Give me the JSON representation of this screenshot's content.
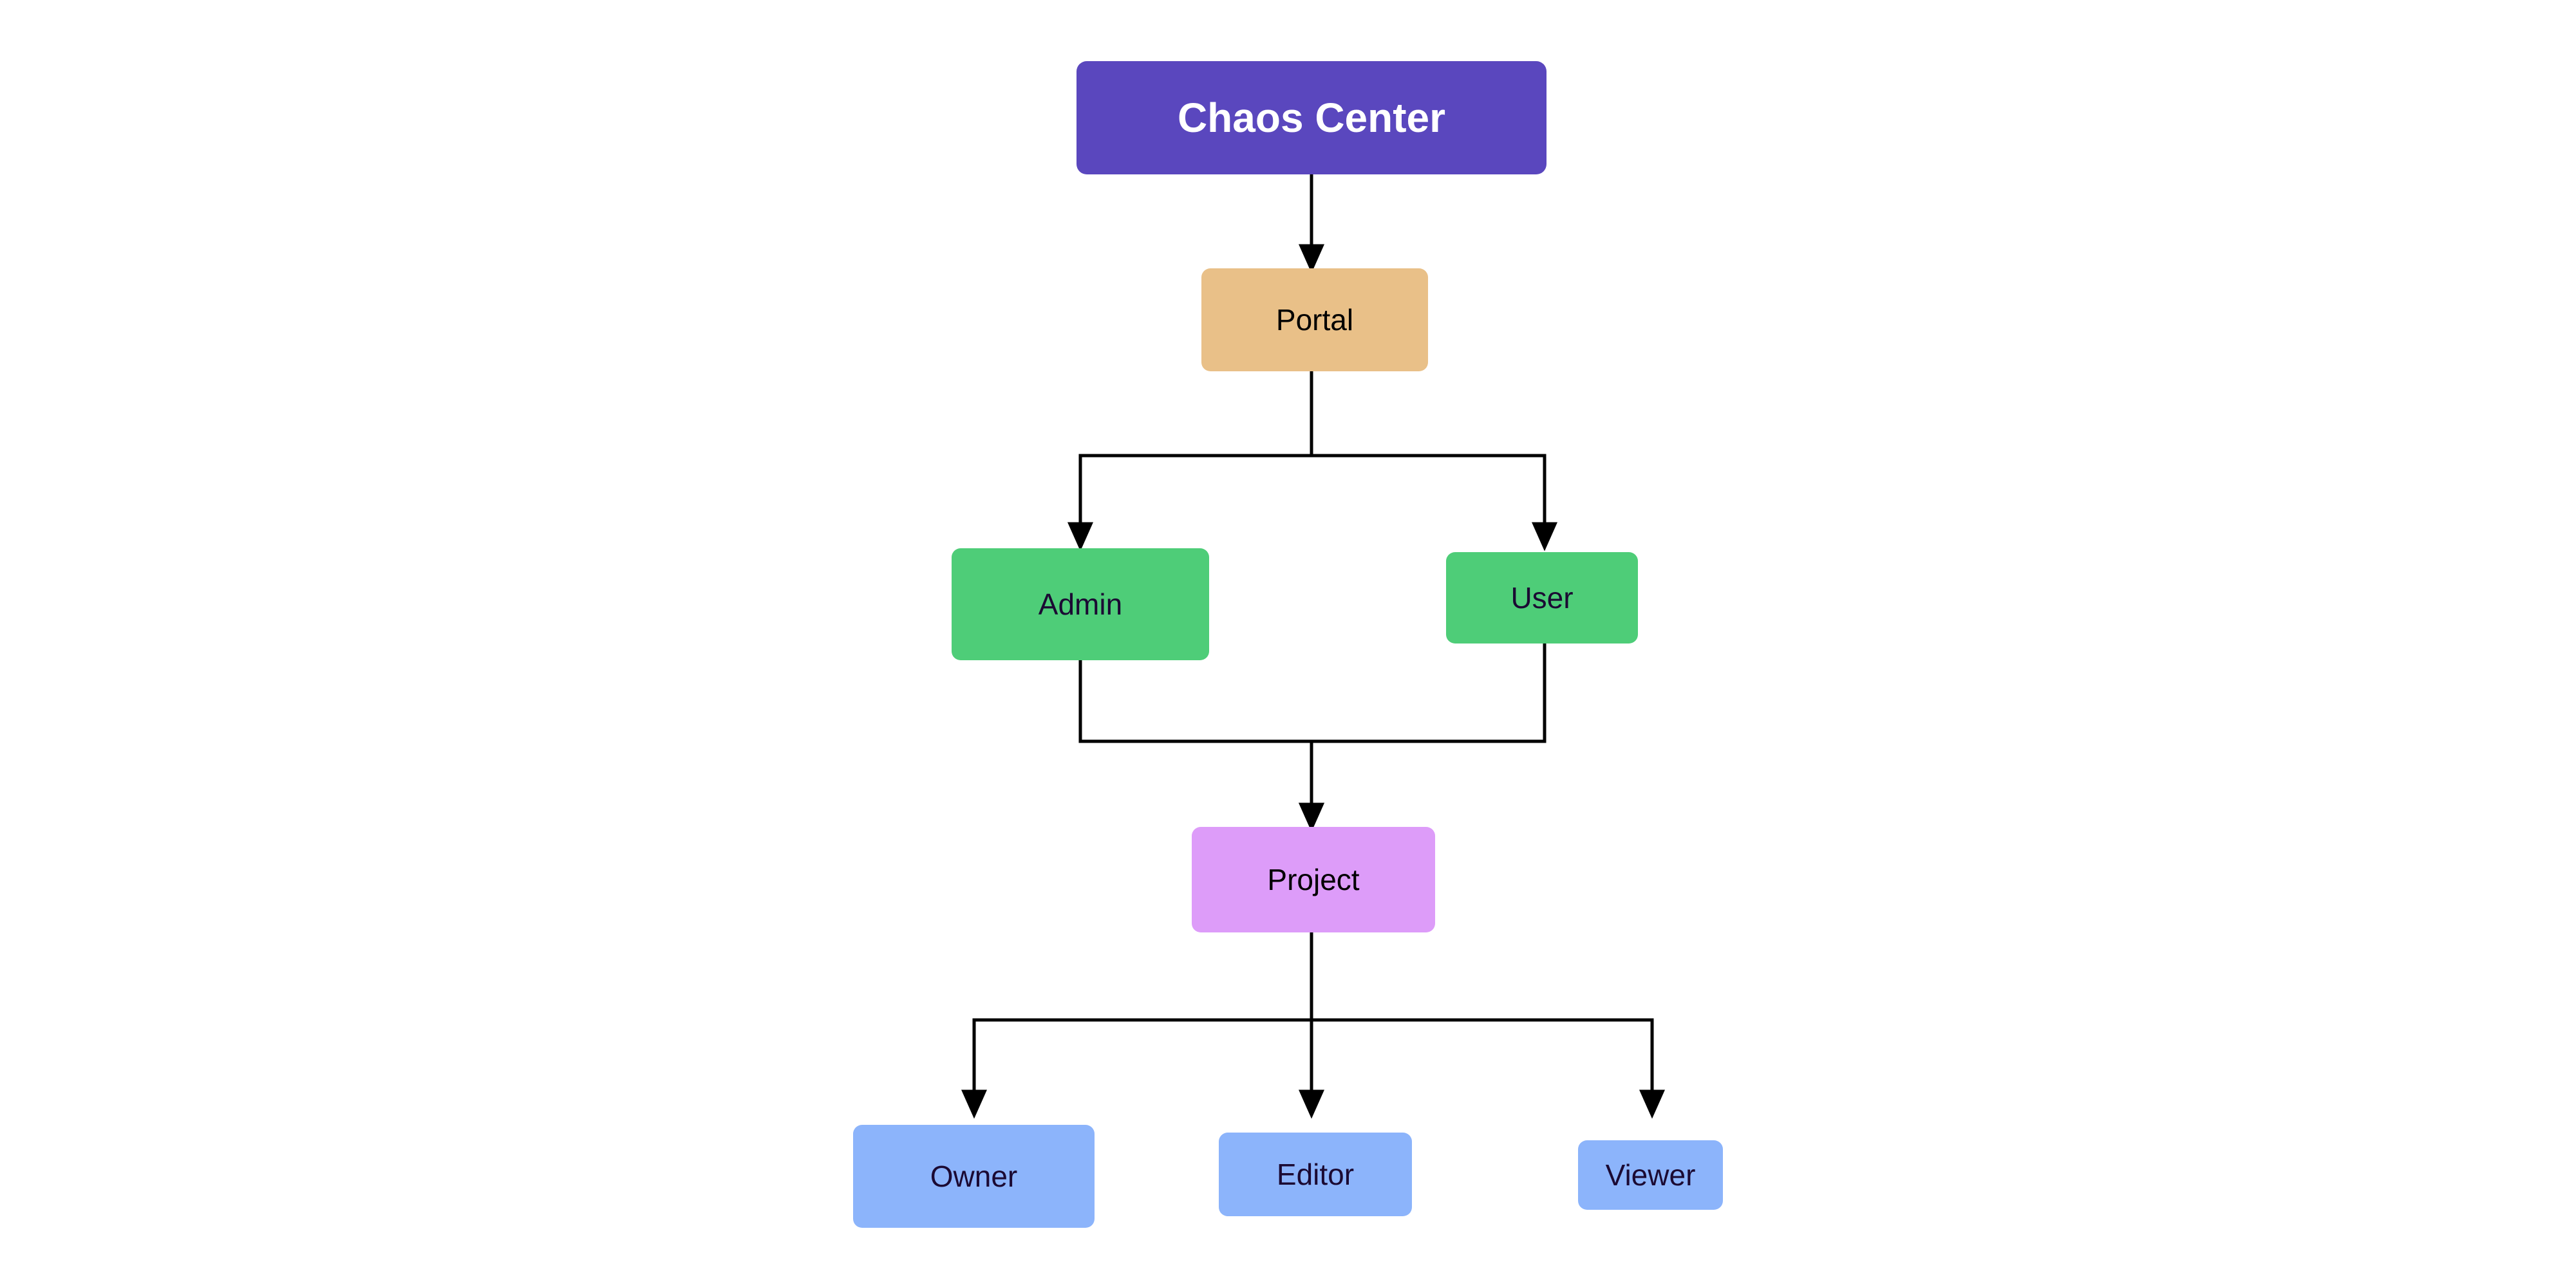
{
  "diagram": {
    "type": "flowchart",
    "orientation": "top-down",
    "background_color": "#FFFFFF",
    "edge_color": "#000000",
    "nodes": [
      {
        "id": "chaos-center",
        "label": "Chaos Center",
        "level": 0,
        "fill": "#5A47BE",
        "text_color": "#FFFFFF",
        "font_weight": "bold"
      },
      {
        "id": "portal",
        "label": "Portal",
        "level": 1,
        "fill": "#E9C088",
        "text_color": "#000000",
        "font_weight": "normal"
      },
      {
        "id": "admin",
        "label": "Admin",
        "level": 2,
        "fill": "#4ECD78",
        "text_color": "#1B0A33",
        "font_weight": "normal"
      },
      {
        "id": "user",
        "label": "User",
        "level": 2,
        "fill": "#4ECD78",
        "text_color": "#1B0A33",
        "font_weight": "normal"
      },
      {
        "id": "project",
        "label": "Project",
        "level": 3,
        "fill": "#DD9CF9",
        "text_color": "#000000",
        "font_weight": "normal"
      },
      {
        "id": "owner",
        "label": "Owner",
        "level": 4,
        "fill": "#8CB4FB",
        "text_color": "#1B0A33",
        "font_weight": "normal"
      },
      {
        "id": "editor",
        "label": "Editor",
        "level": 4,
        "fill": "#8CB4FB",
        "text_color": "#1B0A33",
        "font_weight": "normal"
      },
      {
        "id": "viewer",
        "label": "Viewer",
        "level": 4,
        "fill": "#8CB4FB",
        "text_color": "#1B0A33",
        "font_weight": "normal"
      }
    ],
    "edges": [
      {
        "from": "chaos-center",
        "to": "portal",
        "style": "straight-arrow"
      },
      {
        "from": "portal",
        "to": "admin",
        "style": "orthogonal-arrow"
      },
      {
        "from": "portal",
        "to": "user",
        "style": "orthogonal-arrow"
      },
      {
        "from": "admin",
        "to": "project",
        "style": "orthogonal-merge-arrow"
      },
      {
        "from": "user",
        "to": "project",
        "style": "orthogonal-merge-arrow"
      },
      {
        "from": "project",
        "to": "owner",
        "style": "orthogonal-arrow"
      },
      {
        "from": "project",
        "to": "editor",
        "style": "straight-arrow"
      },
      {
        "from": "project",
        "to": "viewer",
        "style": "orthogonal-arrow"
      }
    ]
  }
}
